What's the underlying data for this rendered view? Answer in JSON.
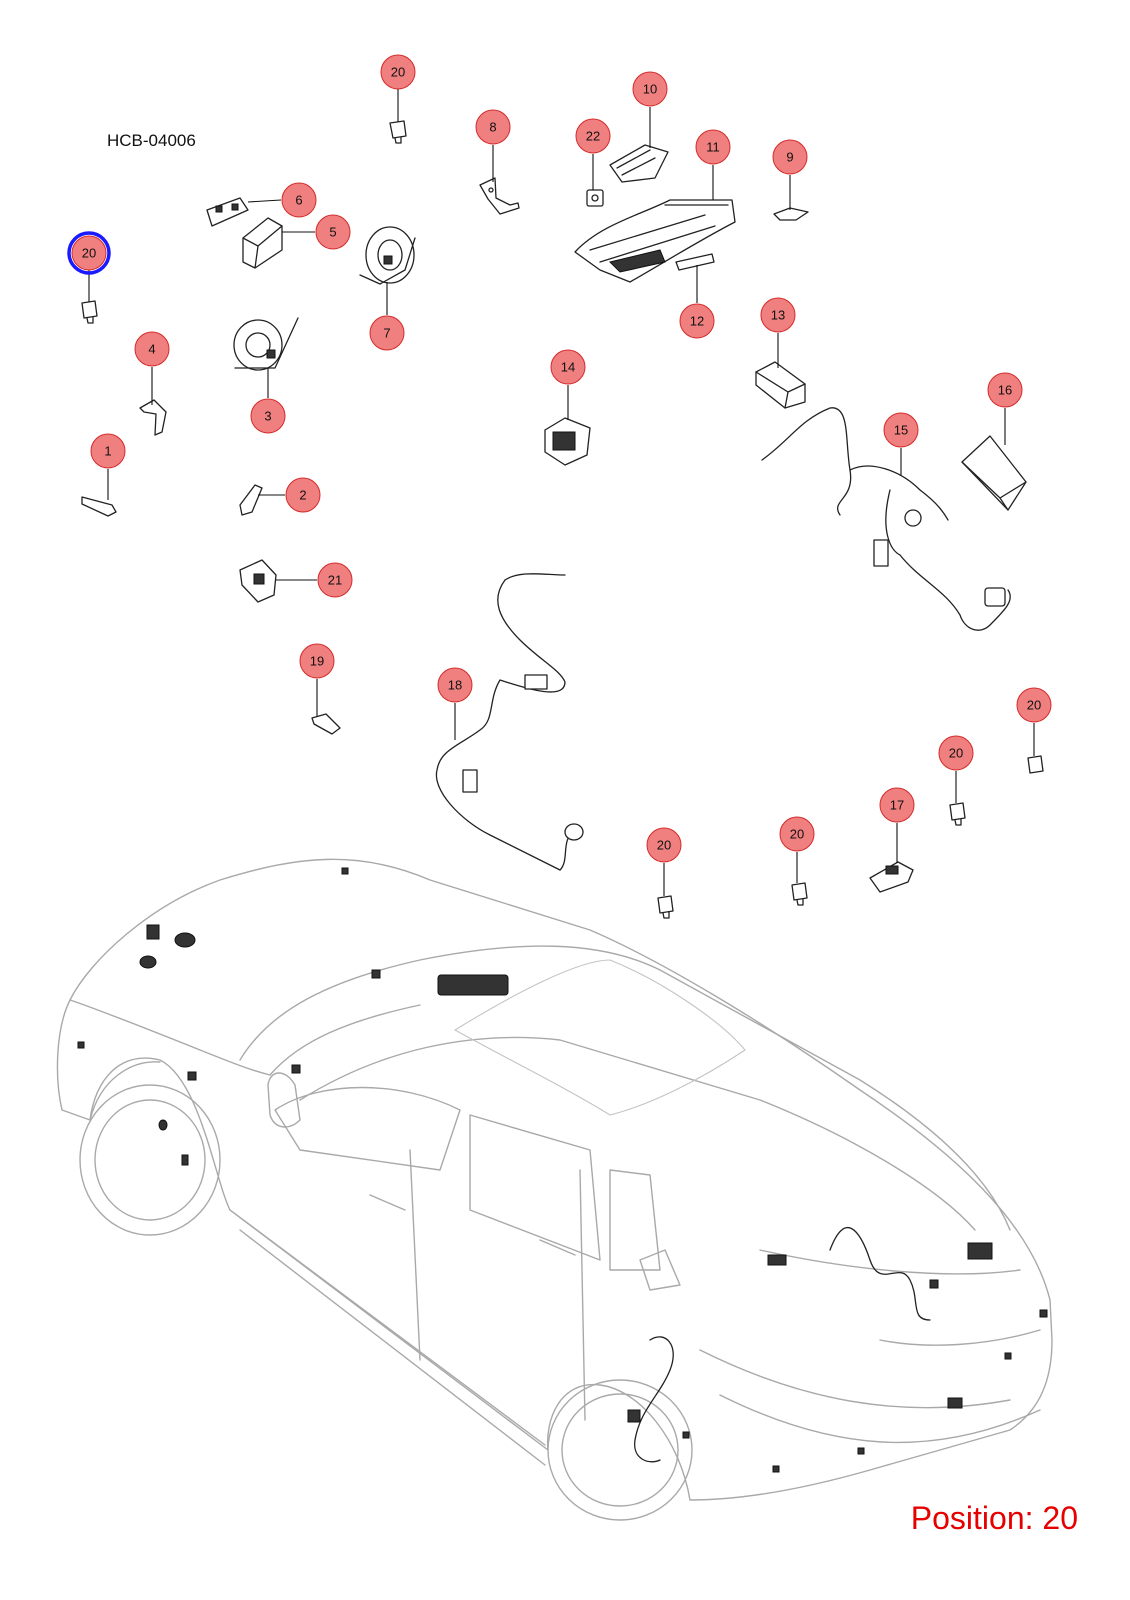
{
  "diagram": {
    "code": "HCB-04006",
    "position_label": "Position: 20",
    "highlighted_callout": "20",
    "colors": {
      "callout_fill": "#f08080",
      "callout_stroke": "#d42a2a",
      "highlight_ring": "#1a1aff",
      "position_text": "#e60000",
      "vehicle_outline": "#a9a9a9"
    },
    "callouts": [
      {
        "label": "20"
      },
      {
        "label": "8"
      },
      {
        "label": "10"
      },
      {
        "label": "22"
      },
      {
        "label": "11"
      },
      {
        "label": "9"
      },
      {
        "label": "6"
      },
      {
        "label": "5"
      },
      {
        "label": "20"
      },
      {
        "label": "7"
      },
      {
        "label": "12"
      },
      {
        "label": "4"
      },
      {
        "label": "3"
      },
      {
        "label": "13"
      },
      {
        "label": "14"
      },
      {
        "label": "16"
      },
      {
        "label": "15"
      },
      {
        "label": "1"
      },
      {
        "label": "2"
      },
      {
        "label": "21"
      },
      {
        "label": "19"
      },
      {
        "label": "18"
      },
      {
        "label": "20"
      },
      {
        "label": "20"
      },
      {
        "label": "17"
      },
      {
        "label": "20"
      },
      {
        "label": "20"
      }
    ]
  }
}
